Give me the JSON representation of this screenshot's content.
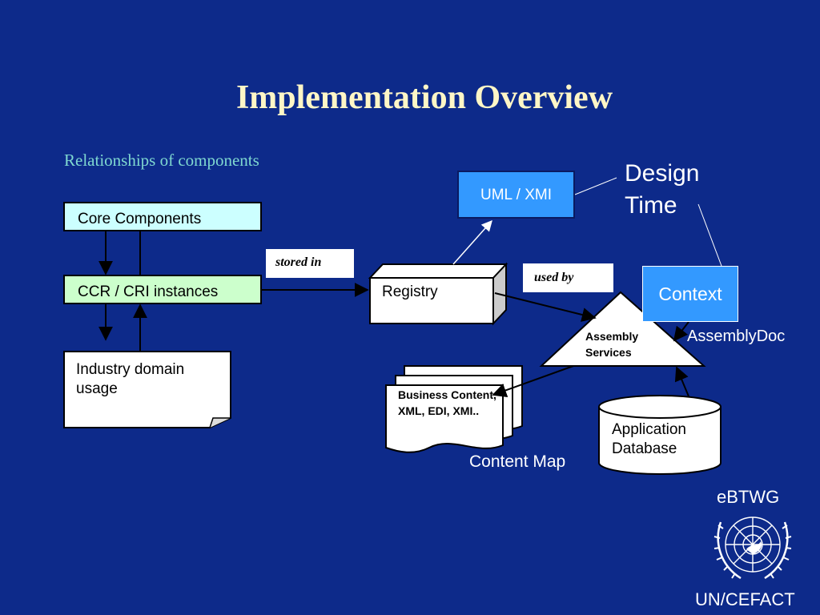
{
  "slide": {
    "title": "Implementation Overview",
    "subtitle": "Relationships of components"
  },
  "nodes": {
    "core_components": "Core Components",
    "ccr_instances": "CCR / CRI instances",
    "industry_usage": "Industry domain usage",
    "registry": "Registry",
    "uml_xmi": "UML / XMI",
    "design_time": "Design Time",
    "context": "Context",
    "assembly_doc": "AssemblyDoc",
    "assembly_services": "Assembly Services",
    "business_content": "Business Content, XML, EDI, XMI..",
    "content_map": "Content Map",
    "application_database": "Application Database"
  },
  "edge_labels": {
    "stored_in": "stored in",
    "used_by": "used by"
  },
  "branding": {
    "ebtwg": "eBTWG",
    "uncefact": "UN/CEFACT"
  },
  "colors": {
    "background": "#0d2a8a",
    "title": "#fef6c6",
    "subtitle": "#7fd8d0",
    "core_components_fill": "#ccffff",
    "ccr_fill": "#ccffcc",
    "blue_box": "#3399ff"
  },
  "icons": [
    "un-emblem-icon"
  ]
}
